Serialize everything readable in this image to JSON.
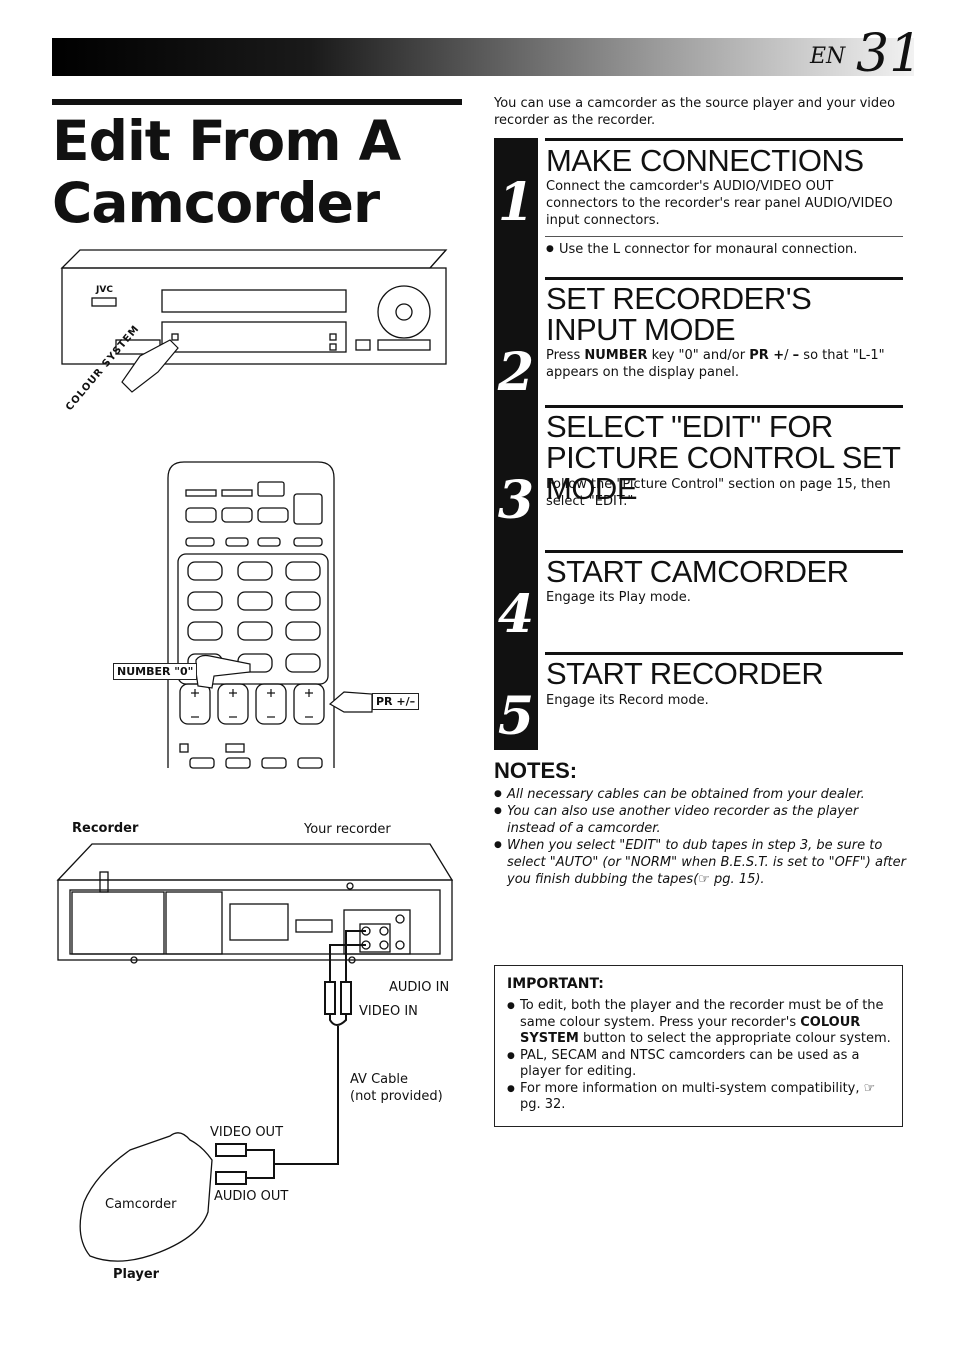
{
  "header": {
    "lang": "EN",
    "page_number": "31"
  },
  "title": "Edit From A Camcorder",
  "intro": "You can use a camcorder as the source player and your video recorder as the recorder.",
  "steps": [
    {
      "num": "1",
      "title": "MAKE CONNECTIONS",
      "body": "Connect the camcorder's AUDIO/VIDEO OUT connectors to the recorder's rear panel AUDIO/VIDEO input connectors.",
      "bullet": "Use the L connector for monaural connection."
    },
    {
      "num": "2",
      "title": "SET RECORDER'S INPUT MODE",
      "body_pre": "Press ",
      "body_b1": "NUMBER",
      "body_mid": " key \"0\" and/or ",
      "body_b2": "PR +",
      "body_mid2": "/ ",
      "body_b3": "–",
      "body_post": " so that \"L-1\" appears on the display panel."
    },
    {
      "num": "3",
      "title": "SELECT \"EDIT\" FOR PICTURE CONTROL SET MODE",
      "body": "Follow the \"Picture Control\" section on page 15, then select \"EDIT.\""
    },
    {
      "num": "4",
      "title": "START CAMCORDER",
      "body": "Engage its Play mode."
    },
    {
      "num": "5",
      "title": "START RECORDER",
      "body": "Engage its Record mode."
    }
  ],
  "notes": {
    "heading": "NOTES:",
    "items": [
      "All necessary cables can be obtained from your dealer.",
      "You can also use another video recorder as the player instead of a camcorder.",
      "When you select \"EDIT\" to dub tapes in step 3, be sure to select \"AUTO\" (or \"NORM\" when B.E.S.T. is set to \"OFF\") after you finish dubbing the tapes(☞ pg. 15)."
    ]
  },
  "important": {
    "heading": "IMPORTANT:",
    "item1_pre": "To edit, both the player and the recorder must be of the same colour system. Press your recorder's ",
    "item1_b": "COLOUR SYSTEM",
    "item1_post": " button to select the appropriate colour system.",
    "item2": "PAL, SECAM and NTSC camcorders can be used as a player for editing.",
    "item3": "For more information on multi-system compatibility, ☞ pg. 32."
  },
  "figure": {
    "vcr_brand": "JVC",
    "colour_system_label": "COLOUR SYSTEM",
    "number_label": "NUMBER \"0\"",
    "pr_label": "PR +/–",
    "recorder_label": "Recorder",
    "your_recorder": "Your recorder",
    "audio_in": "AUDIO IN",
    "video_in": "VIDEO IN",
    "av_cable": "AV Cable",
    "not_provided": "(not provided)",
    "video_out": "VIDEO OUT",
    "audio_out": "AUDIO OUT",
    "camcorder": "Camcorder",
    "player": "Player"
  }
}
